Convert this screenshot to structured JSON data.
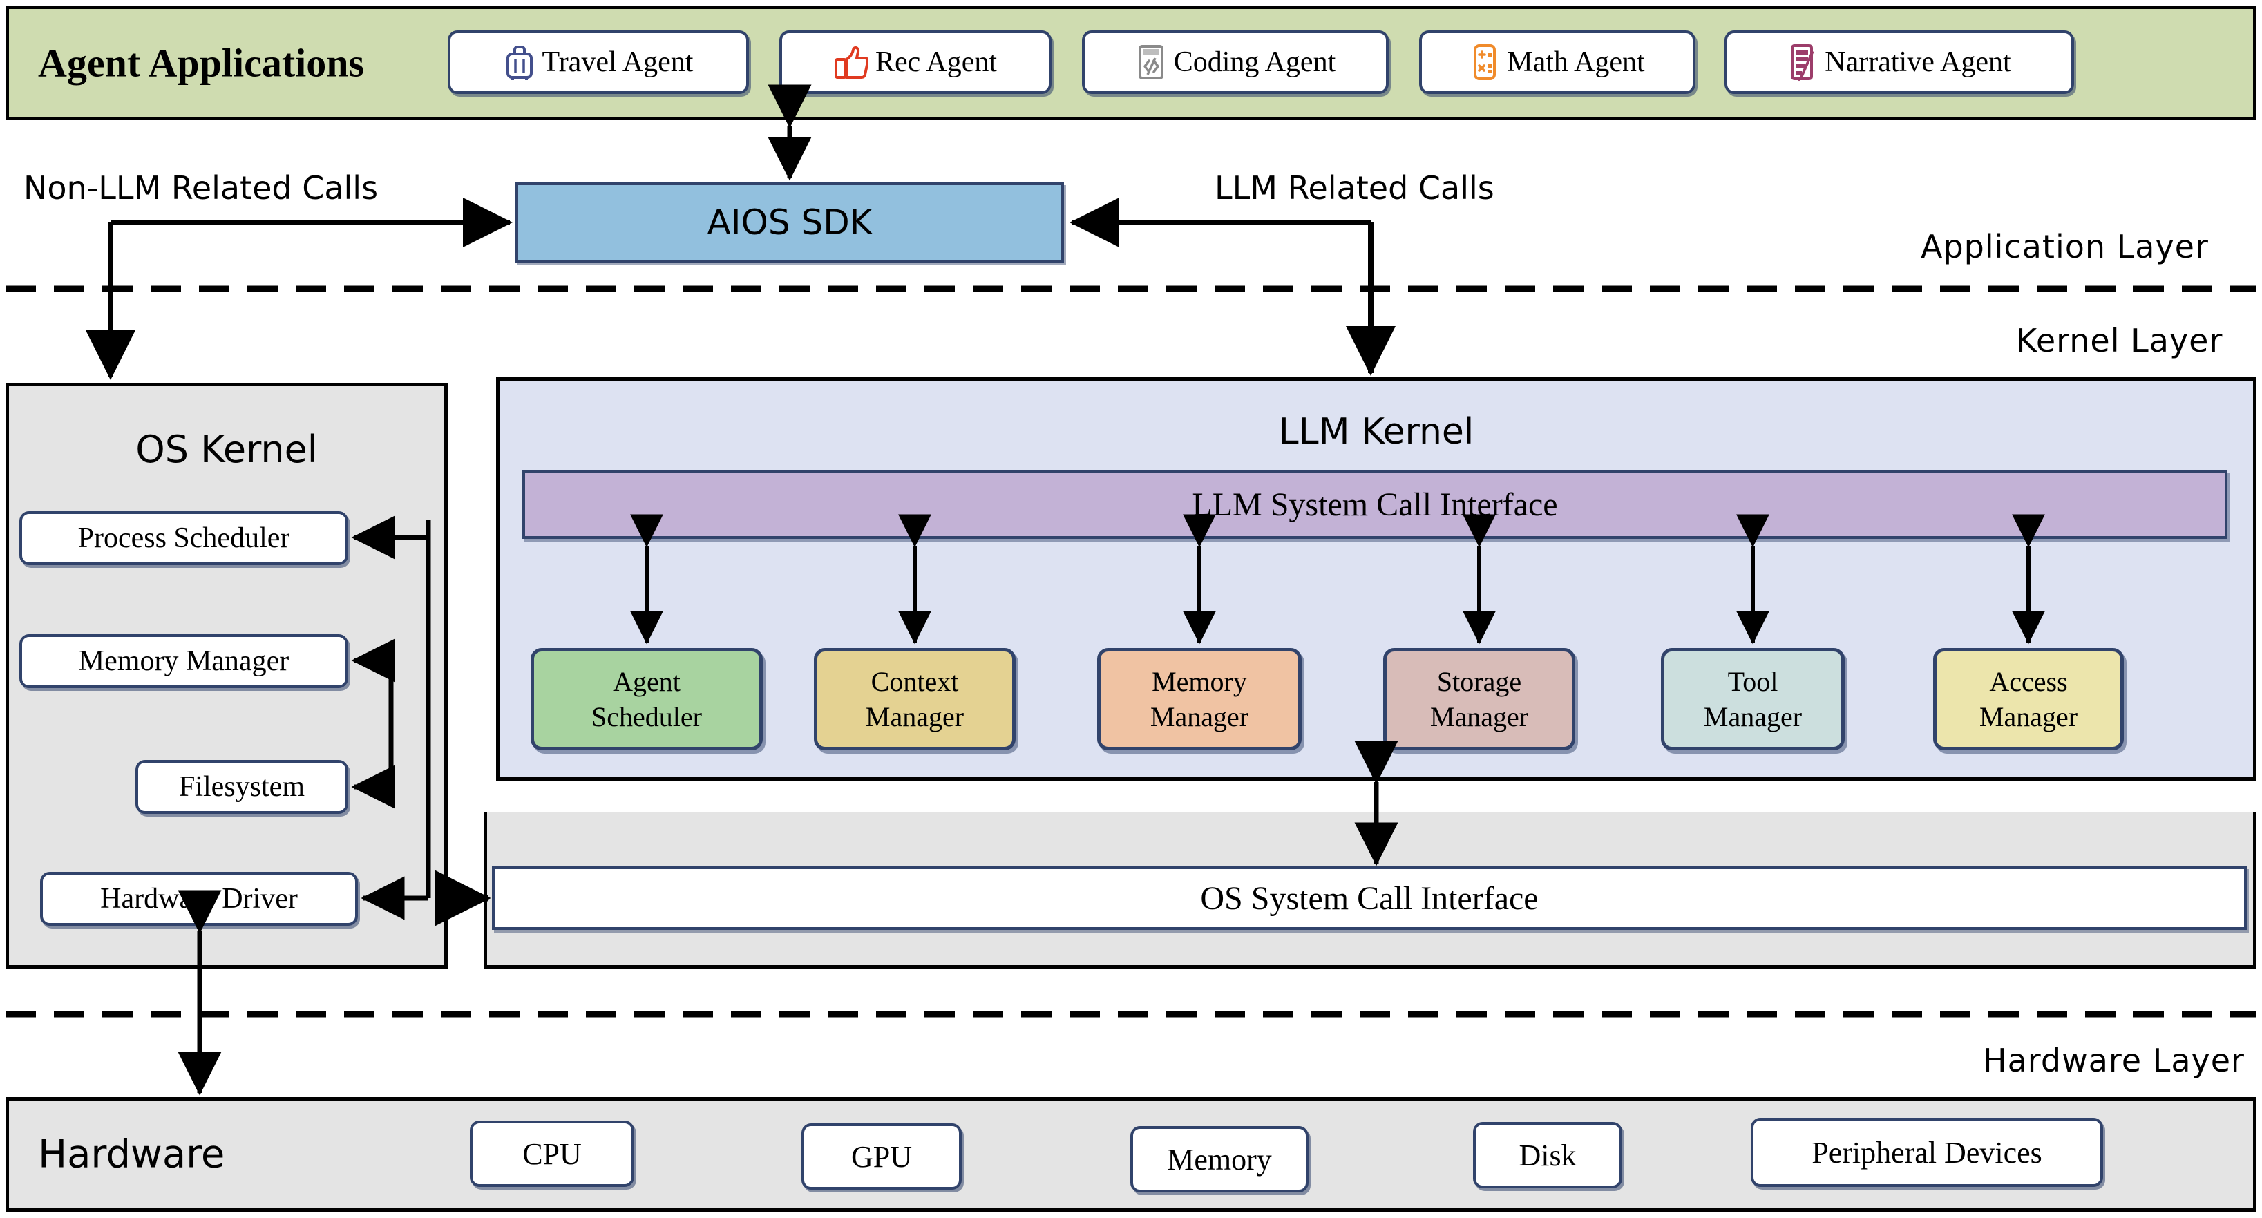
{
  "application_layer": {
    "label": "Application Layer",
    "agent_applications": {
      "title": "Agent Applications",
      "bg_color": "#cfdcb0",
      "agents": [
        {
          "label": "Travel Agent",
          "icon": "suitcase-icon",
          "icon_color": "#434f8c"
        },
        {
          "label": "Rec Agent",
          "icon": "thumbs-up-icon",
          "icon_color": "#e03a20"
        },
        {
          "label": "Coding Agent",
          "icon": "code-window-icon",
          "icon_color": "#8a8a8a"
        },
        {
          "label": "Math Agent",
          "icon": "calculator-icon",
          "icon_color": "#f08b2b"
        },
        {
          "label": "Narrative Agent",
          "icon": "notes-pen-icon",
          "icon_color": "#9c3d6a"
        }
      ]
    },
    "sdk": {
      "label": "AIOS SDK",
      "bg_color": "#92c0de"
    },
    "calls": {
      "non_llm": "Non-LLM Related Calls",
      "llm": "LLM Related Calls"
    }
  },
  "kernel_layer": {
    "label": "Kernel Layer",
    "os_kernel": {
      "title": "OS Kernel",
      "bg_color": "#e4e4e4",
      "components": [
        {
          "label": "Process Scheduler"
        },
        {
          "label": "Memory Manager"
        },
        {
          "label": "Filesystem"
        },
        {
          "label": "Hardware Driver"
        }
      ]
    },
    "llm_kernel": {
      "title": "LLM Kernel",
      "bg_color": "#dde2f2",
      "syscall_interface": {
        "label": "LLM System Call Interface",
        "bg_color": "#c3b2d6"
      },
      "managers": [
        {
          "label_line1": "Agent",
          "label_line2": "Scheduler",
          "bg_color": "#a8d3a0"
        },
        {
          "label_line1": "Context",
          "label_line2": "Manager",
          "bg_color": "#e4d292"
        },
        {
          "label_line1": "Memory",
          "label_line2": "Manager",
          "bg_color": "#f0c3a3"
        },
        {
          "label_line1": "Storage",
          "label_line2": "Manager",
          "bg_color": "#d8bcb8"
        },
        {
          "label_line1": "Tool",
          "label_line2": "Manager",
          "bg_color": "#ccdfde"
        },
        {
          "label_line1": "Access",
          "label_line2": "Manager",
          "bg_color": "#ece5ac"
        }
      ]
    },
    "os_syscall_interface": {
      "label": "OS System Call Interface",
      "bg_color": "#ffffff"
    }
  },
  "hardware_layer": {
    "label": "Hardware Layer",
    "hardware": {
      "title": "Hardware",
      "bg_color": "#e4e4e4",
      "devices": [
        {
          "label": "CPU"
        },
        {
          "label": "GPU"
        },
        {
          "label": "Memory"
        },
        {
          "label": "Disk"
        },
        {
          "label": "Peripheral Devices"
        }
      ]
    }
  }
}
